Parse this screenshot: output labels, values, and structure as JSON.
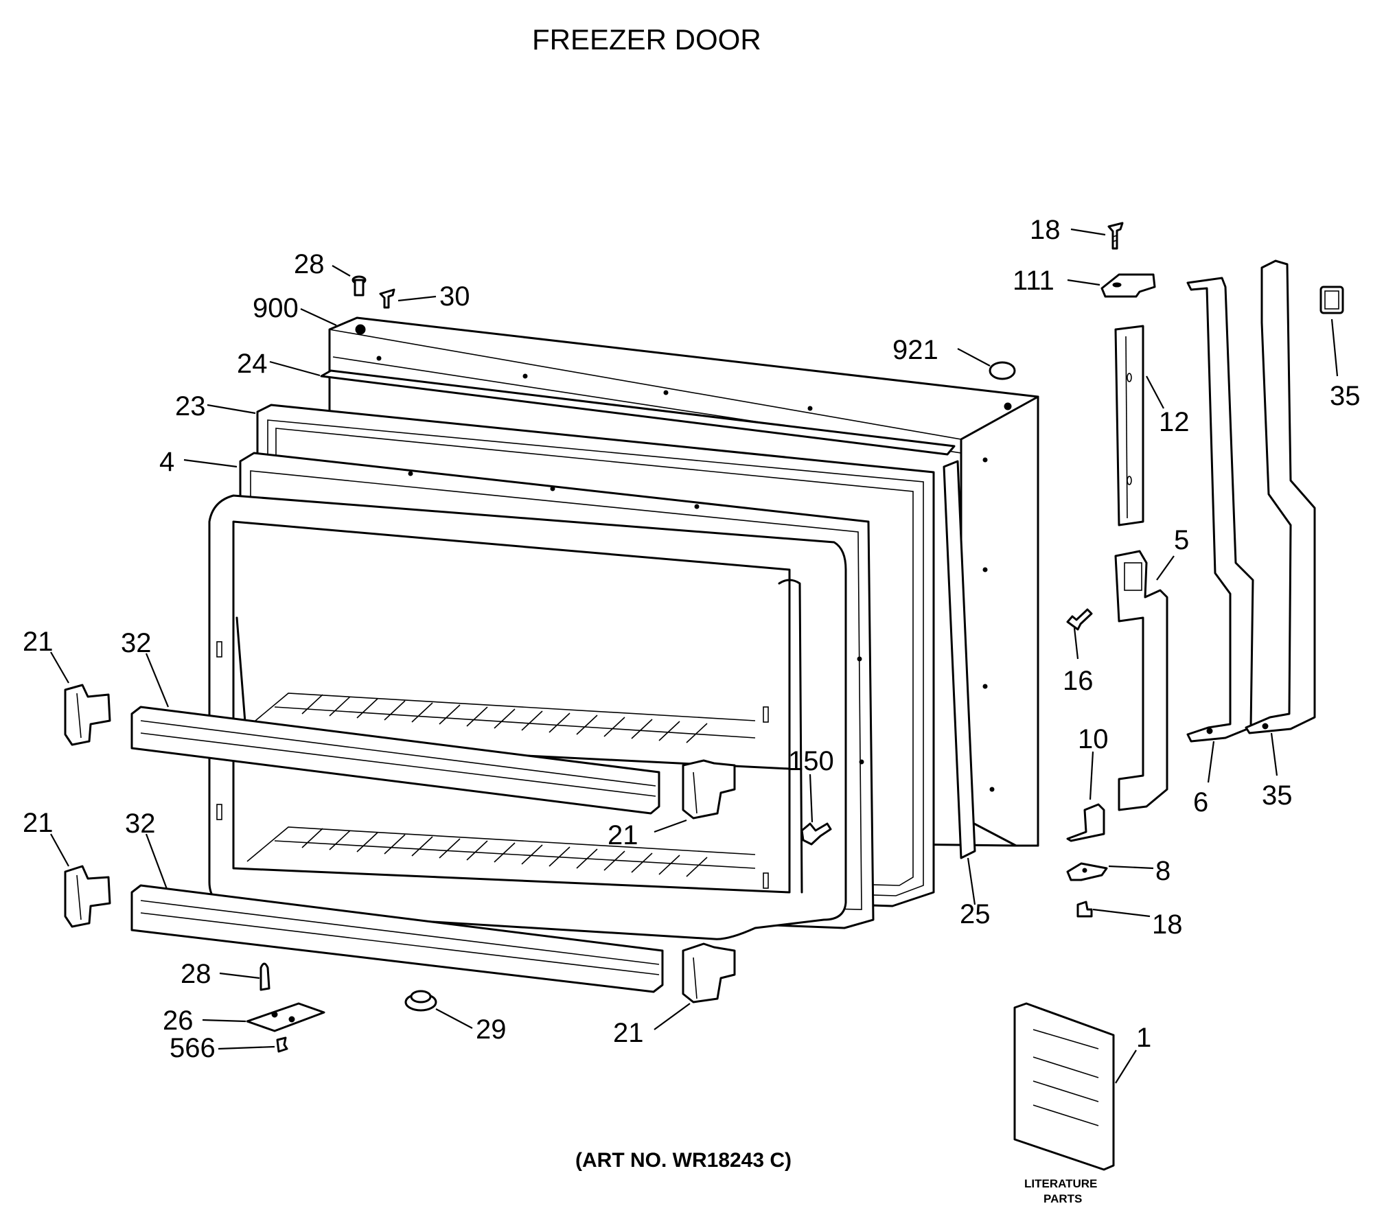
{
  "title": "FREEZER DOOR",
  "art_number": "(ART NO. WR18243 C)",
  "literature_caption": [
    "LITERATURE",
    "PARTS"
  ],
  "callouts": [
    {
      "id": "c18a",
      "text": "18"
    },
    {
      "id": "c111",
      "text": "111"
    },
    {
      "id": "c28a",
      "text": "28"
    },
    {
      "id": "c30",
      "text": "30"
    },
    {
      "id": "c900",
      "text": "900"
    },
    {
      "id": "c921",
      "text": "921"
    },
    {
      "id": "c24",
      "text": "24"
    },
    {
      "id": "c23",
      "text": "23"
    },
    {
      "id": "c12",
      "text": "12"
    },
    {
      "id": "c35a",
      "text": "35"
    },
    {
      "id": "c4",
      "text": "4"
    },
    {
      "id": "c5",
      "text": "5"
    },
    {
      "id": "c21a",
      "text": "21"
    },
    {
      "id": "c32a",
      "text": "32"
    },
    {
      "id": "c16",
      "text": "16"
    },
    {
      "id": "c10",
      "text": "10"
    },
    {
      "id": "c150",
      "text": "150"
    },
    {
      "id": "c6",
      "text": "6"
    },
    {
      "id": "c35b",
      "text": "35"
    },
    {
      "id": "c21b",
      "text": "21"
    },
    {
      "id": "c32b",
      "text": "32"
    },
    {
      "id": "c21c",
      "text": "21"
    },
    {
      "id": "c8",
      "text": "8"
    },
    {
      "id": "c18b",
      "text": "18"
    },
    {
      "id": "c25",
      "text": "25"
    },
    {
      "id": "c28b",
      "text": "28"
    },
    {
      "id": "c26",
      "text": "26"
    },
    {
      "id": "c29",
      "text": "29"
    },
    {
      "id": "c21d",
      "text": "21"
    },
    {
      "id": "c566",
      "text": "566"
    },
    {
      "id": "c1",
      "text": "1"
    }
  ]
}
